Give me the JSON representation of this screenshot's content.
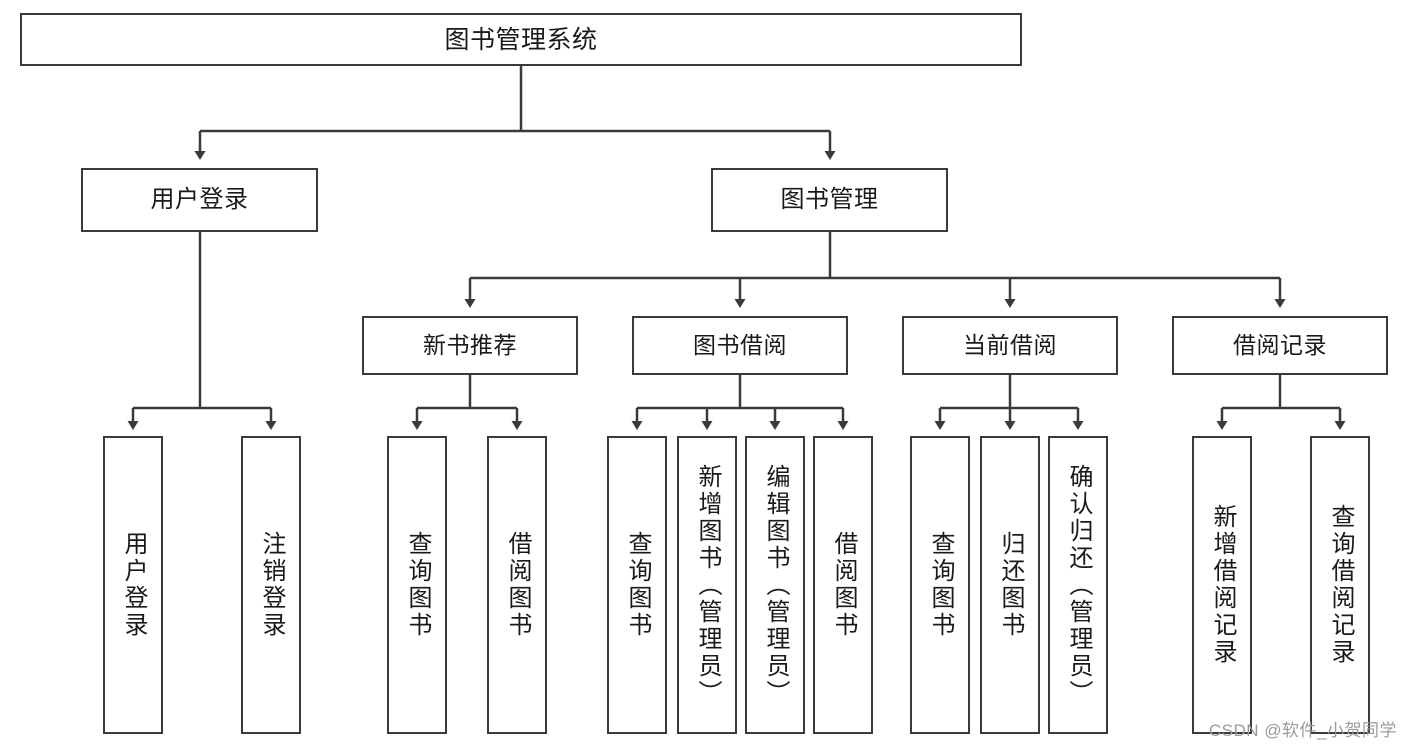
{
  "diagram": {
    "title": "图书管理系统",
    "type": "tree-hierarchy",
    "watermark": "CSDN @软件_小贺同学",
    "colors": {
      "stroke": "#3a3a3a",
      "fill": "#ffffff",
      "text": "#1a1a1a",
      "watermark": "#9a9a9a"
    },
    "nodes": {
      "root": {
        "label": "图书管理系统"
      },
      "level2": [
        {
          "label": "用户登录"
        },
        {
          "label": "图书管理"
        }
      ],
      "level3": [
        {
          "label": "新书推荐"
        },
        {
          "label": "图书借阅"
        },
        {
          "label": "当前借阅"
        },
        {
          "label": "借阅记录"
        }
      ],
      "leaves": {
        "user_login": [
          {
            "label": "用户登录"
          },
          {
            "label": "注销登录"
          }
        ],
        "new_book_rec": [
          {
            "label": "查询图书"
          },
          {
            "label": "借阅图书"
          }
        ],
        "book_borrow": [
          {
            "label": "查询图书"
          },
          {
            "label": "新增图书（管理员）"
          },
          {
            "label": "编辑图书（管理员）"
          },
          {
            "label": "借阅图书"
          }
        ],
        "current_borrow": [
          {
            "label": "查询图书"
          },
          {
            "label": "归还图书"
          },
          {
            "label": "确认归还（管理员）"
          }
        ],
        "borrow_record": [
          {
            "label": "新增借阅记录"
          },
          {
            "label": "查询借阅记录"
          }
        ]
      }
    }
  }
}
